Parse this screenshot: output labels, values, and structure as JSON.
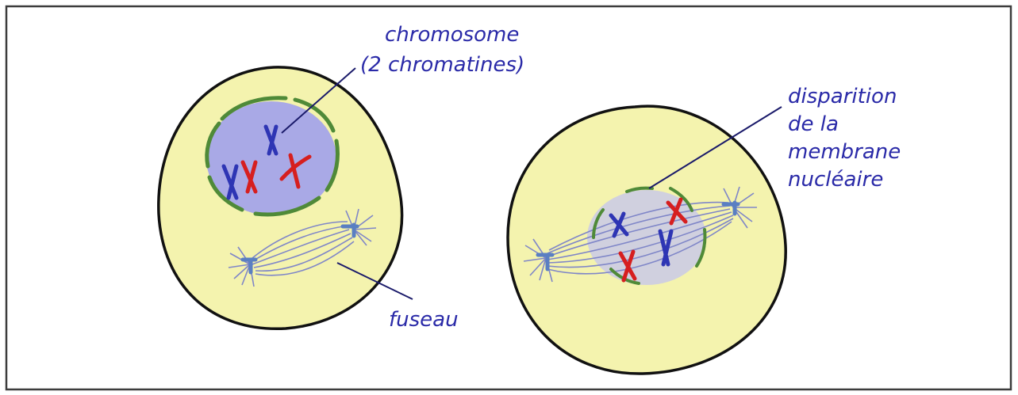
{
  "labels": {
    "chromosome_line1": "chromosome",
    "chromosome_line2": "(2 chromatines)",
    "fuseau": "fuseau",
    "disparition_line1": "disparition",
    "disparition_line2": "de la",
    "disparition_line3": "membrane",
    "disparition_line4": "nucléaire"
  },
  "colors": {
    "cytoplasm": "#f4f3ae",
    "nucleus": "#a9a9e6",
    "nuclear_membrane": "#4f8a38",
    "chromosome_blue": "#2e35b4",
    "chromosome_red": "#d61f1f",
    "spindle": "#7f86c8",
    "centrosome": "#5a7fc2",
    "label_text": "#2a2aa8",
    "frame": "#3c3c3c"
  }
}
